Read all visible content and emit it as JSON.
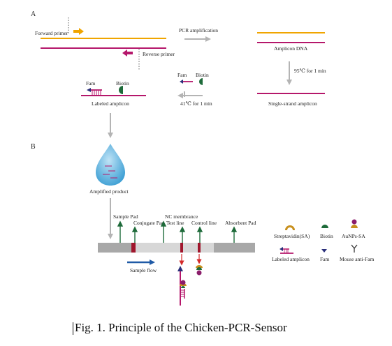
{
  "panel_a": {
    "label": "A",
    "forward_primer": "Forward primer",
    "reverse_primer": "Reverse primer",
    "pcr_amplification": "PCR amplification",
    "amplicon_dna": "Amplicon DNA",
    "denature": "95℃  for 1 min",
    "fam": "Fam",
    "biotin": "Biotin",
    "labeled_amplicon": "Labeled amplicon",
    "anneal": "41℃  for 1 min",
    "single_strand_amplicon": "Single-strand amplicon"
  },
  "panel_b": {
    "label": "B",
    "amplified_product": "Amplified product",
    "sample_pad": "Sample Pad",
    "conjugate_pad": "Conjugate Pad",
    "nc_membrance": "NC membrance",
    "test_line": "Test line",
    "control_line": "Control line",
    "absorbent_pad": "Absorbent Pad",
    "sample_flow": "Sample flow"
  },
  "legend": {
    "streptavidin": "Streptavidin(SA)",
    "biotin": "Biotin",
    "aunps_sa": "AuNPs-SA",
    "labeled_amplicon": "Labeled amplicon",
    "fam": "Fam",
    "mouse_anti_fam": "Mouse anti-Fam"
  },
  "caption": "Fig. 1. Principle of the Chicken-PCR-Sensor",
  "colors": {
    "orange": "#f0a500",
    "magenta": "#b5176b",
    "gray": "#b4b4b4",
    "green": "#1e6b3a",
    "navy": "#2a2f7a",
    "blue": "#1f5aa6",
    "drop": "#4aa6d8",
    "red": "#d42a2a"
  }
}
